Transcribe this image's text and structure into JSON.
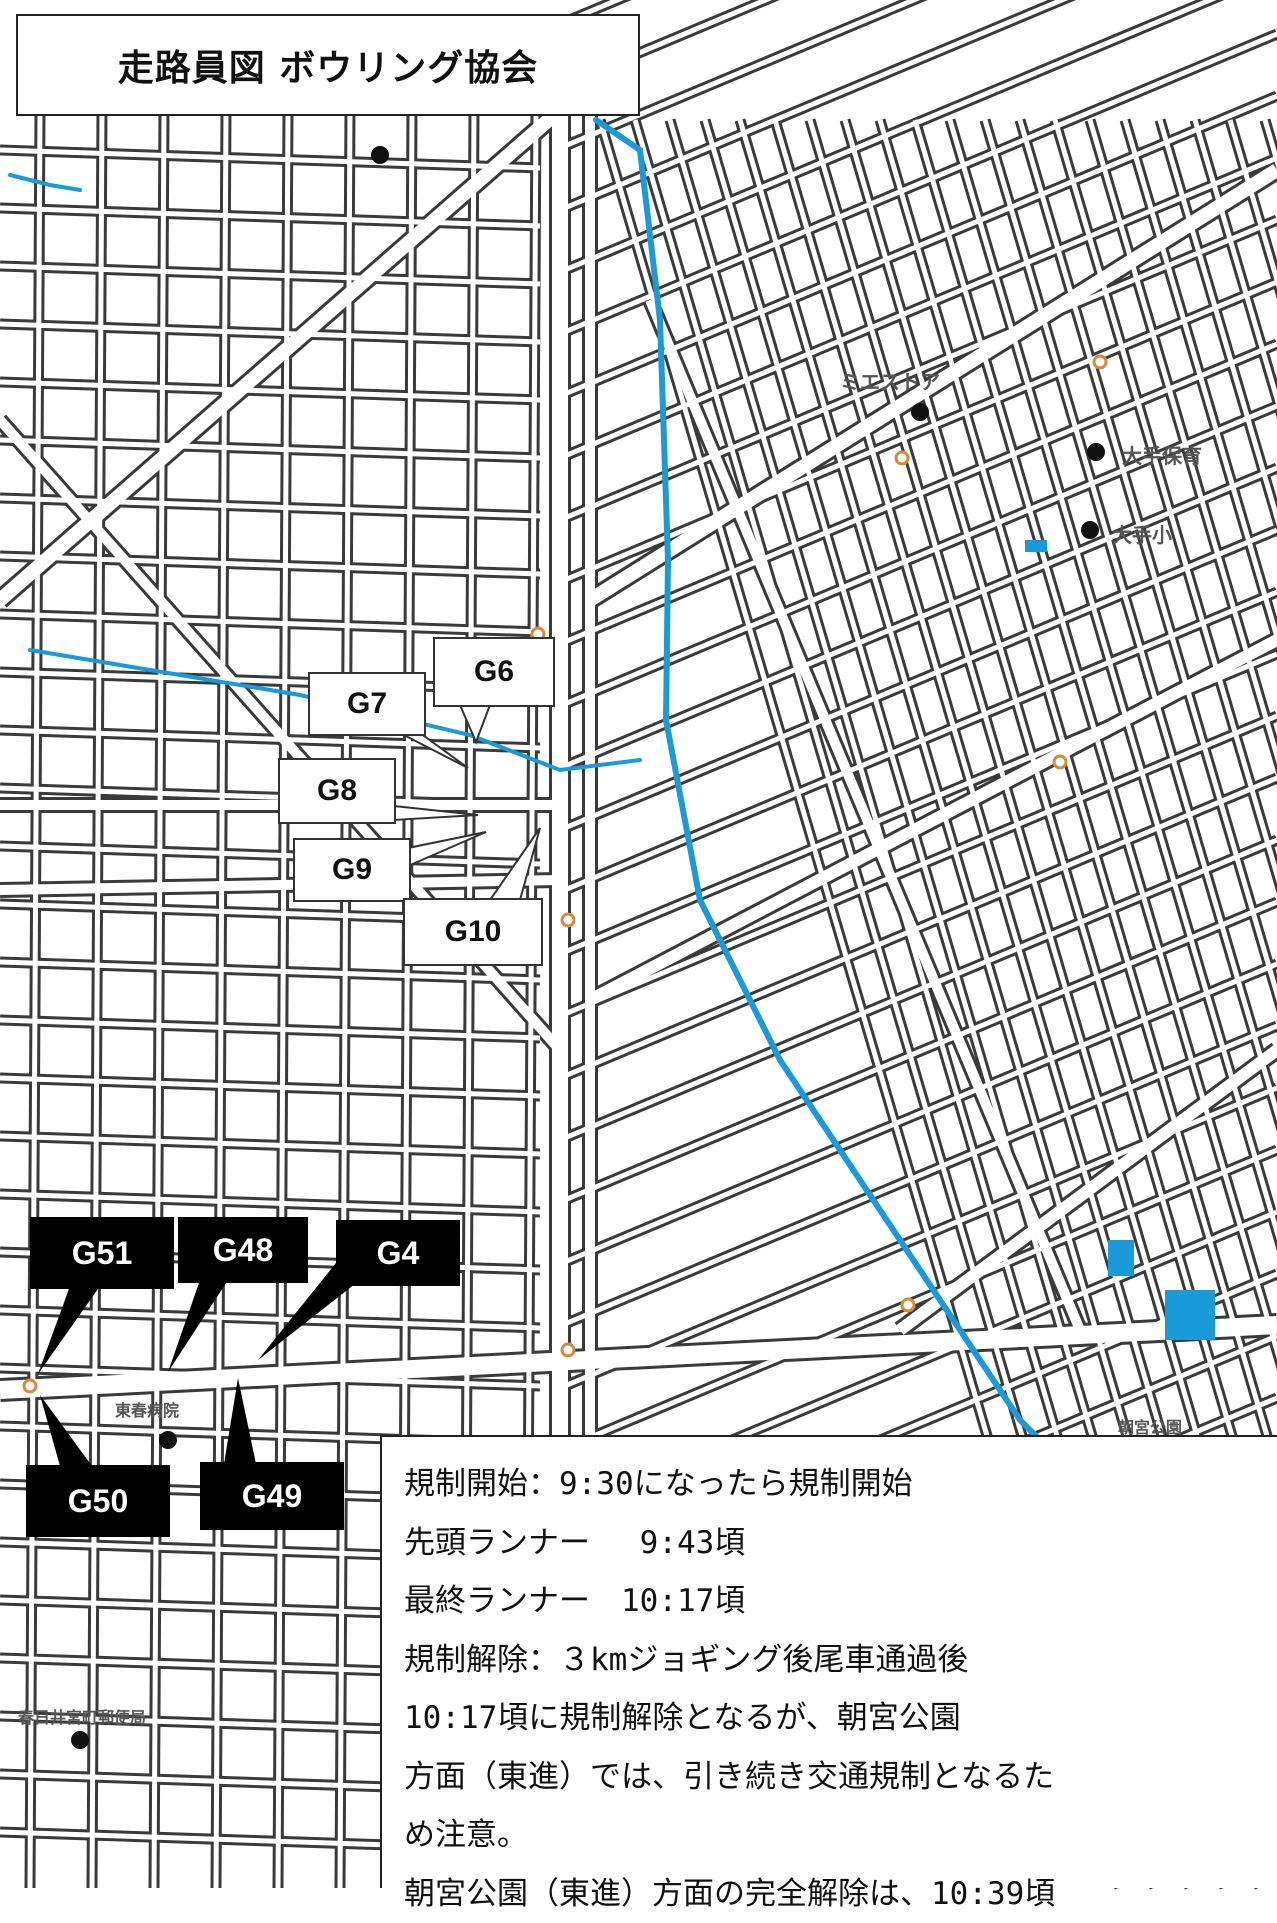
{
  "title": "走路員図 ボウリング協会",
  "callouts": {
    "g6": "G6",
    "g7": "G7",
    "g8": "G8",
    "g9": "G9",
    "g10": "G10",
    "g51": "G51",
    "g48": "G48",
    "g4": "G4",
    "g50": "G50",
    "g49": "G49"
  },
  "places": {
    "mie_store": "ミエストア",
    "ote_nursery": "大手保育",
    "ote_elementary": "大手小",
    "toshun_hospital": "東春病院",
    "asamiya_park": "朝宮公園",
    "post_office": "春日井宮町郵便局"
  },
  "notice": {
    "line1": "規制開始：9:30になったら規制開始",
    "line2": "先頭ランナー　 9:43頃",
    "line3": "最終ランナー　10:17頃",
    "line4": "規制解除：３kmジョギング後尾車通過後",
    "line5": "10:17頃に規制解除となるが、朝宮公園",
    "line6": "方面（東進）では、引き続き交通規制となるた",
    "line7": "め注意。",
    "line8": "朝宮公園（東進）方面の完全解除は、10:39頃"
  },
  "colors": {
    "road_casing": "#3a3a3a",
    "river": "#1a9ad6",
    "background": "#ffffff"
  }
}
